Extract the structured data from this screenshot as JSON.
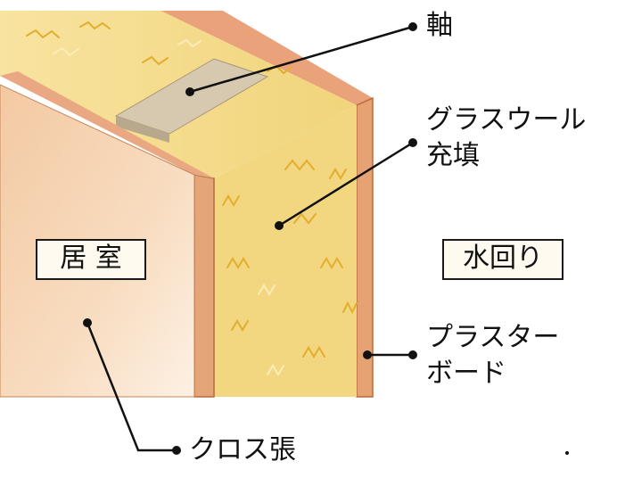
{
  "labels": {
    "axis": "軸",
    "glass_wool_line1": "グラスウール",
    "glass_wool_line2": "充填",
    "living_room": "居 室",
    "wet_area": "水回り",
    "plaster_line1": "プラスター",
    "plaster_line2": "ボード",
    "cloth": "クロス張"
  },
  "colors": {
    "insulation": "#f5d98a",
    "insulation_fiber": "#e6b83a",
    "board": "#e8a878",
    "board_edge": "#b86a3a",
    "room_wall": "#f7d7b8",
    "stud": "#cdbfa6",
    "leader_line": "#111111"
  }
}
